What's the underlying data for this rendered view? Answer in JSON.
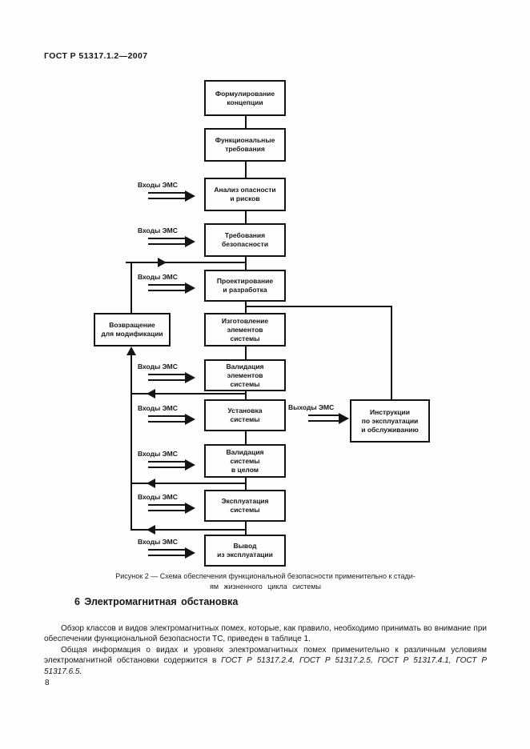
{
  "colors": {
    "ink": "#141414",
    "paper": "#fefefe"
  },
  "header": {
    "title": "ГОСТ Р 51317.1.2—2007"
  },
  "diagram": {
    "stages": [
      "Формулирование\nконцепции",
      "Функциональные\nтребования",
      "Анализ опасности\nи рисков",
      "Требования\nбезопасности",
      "Проектирование\nи разработка",
      "Изготовление\nэлементов\nсистемы",
      "Валидация\nэлементов\nсистемы",
      "Установка\nсистемы",
      "Валидация\nсистемы\nв целом",
      "Эксплуатация\nсистемы",
      "Вывод\nиз эксплуатации"
    ],
    "return_box_label": "Возвращение\nдля модификации",
    "instructions_box_label": "Инструкции\nпо эксплуатации\nи обслуживанию",
    "emc_input_label": "Входы ЭМС",
    "emc_output_label": "Выходы ЭМС",
    "caption_line1": "Рисунок 2 — Схема  обеспечения функциональной безопасности применительно к  стади-",
    "caption_line2": "ям жизненного цикла системы"
  },
  "section": {
    "heading": "6 Электромагнитная обстановка",
    "para1": "Обзор классов и видов электромагнитных помех, которые, как правило, необходимо принимать во внимание при обеспечении функциональной безопасности ТС, приведен в таблице 1.",
    "para2_text": "Общая информация о видах  и  уровнях электромагнитных  помех  применительно к различным условиям электромагнитной обстановки содержится в ",
    "para2_refs": "ГОСТ Р 51317.2.4, ГОСТ Р 51317.2.5, ГОСТ Р 51317.4.1, ГОСТ Р 51317.6.5."
  },
  "footer": {
    "page_number": "8"
  }
}
